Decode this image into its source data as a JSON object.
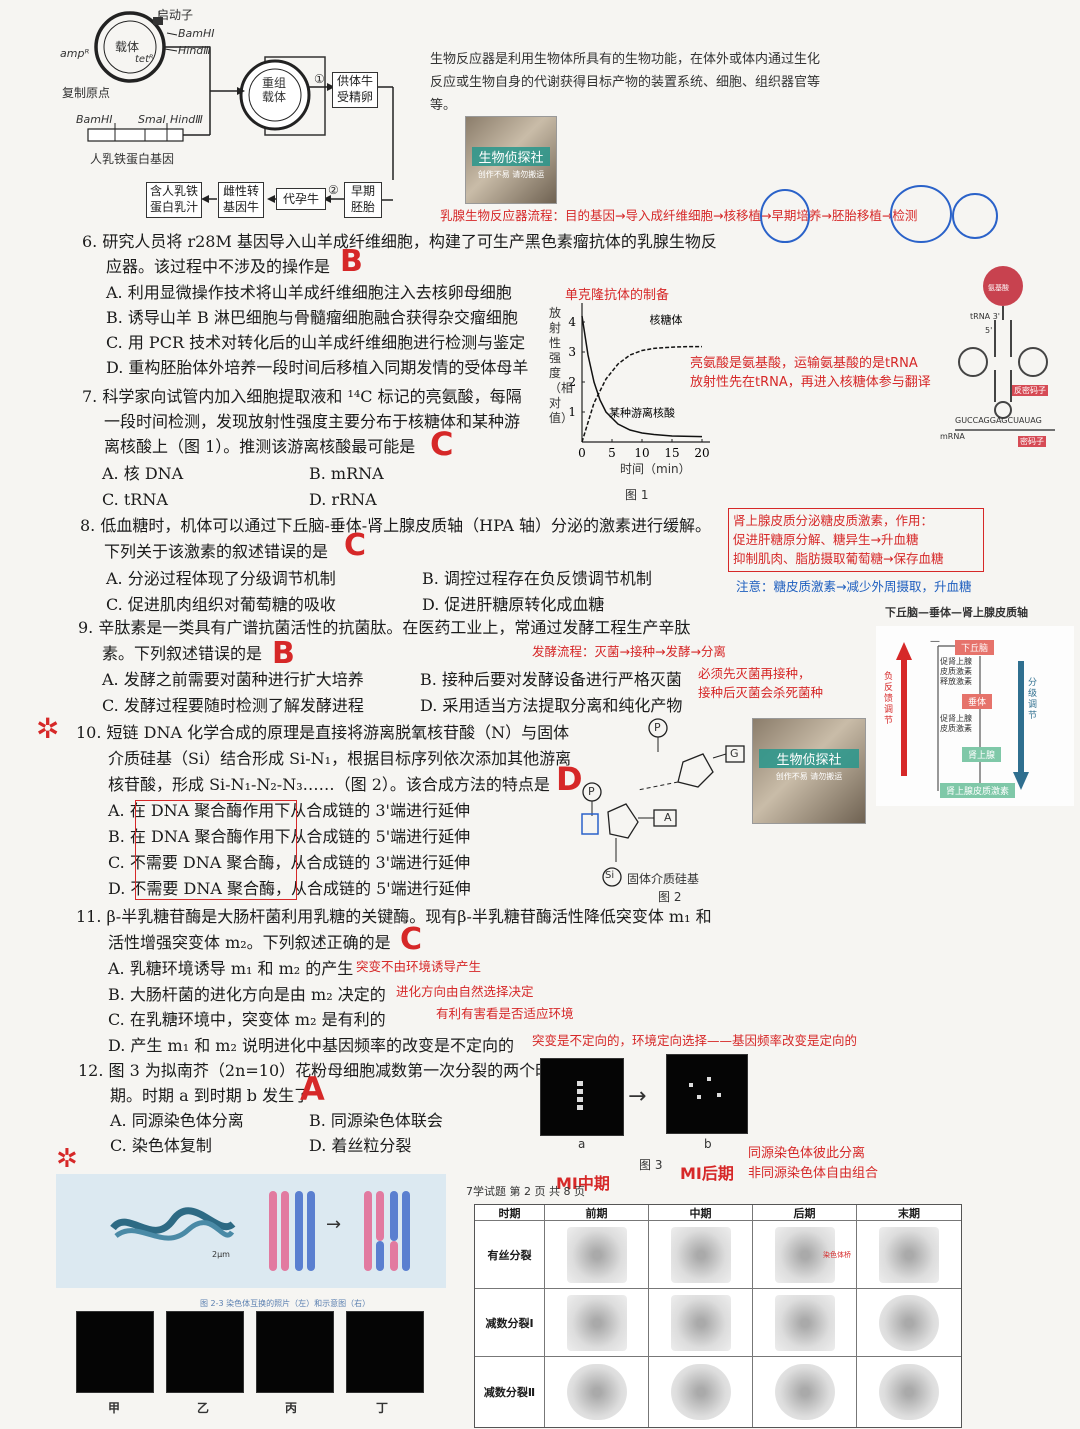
{
  "intro": {
    "text1": "生物反应器是利用生物体所具有的生物功能，在体外或体内通过生化",
    "text2": "反应或生物自身的代谢获得目标产物的装置系统、细胞、组织器官等",
    "text3": "等。"
  },
  "top_diagram": {
    "promoter": "启动子",
    "carrier": "载体",
    "tet": "tetᴿ",
    "amp": "ampᴿ",
    "bamh1_a": "BamHⅠ",
    "hind3_a": "HindⅢ",
    "origin": "复制原点",
    "bamh1_b": "BamHⅠ",
    "sma1": "SmaⅠ",
    "hind3_b": "HindⅢ",
    "gene": "人乳铁蛋白基因",
    "recombinant": "重组\n载体",
    "step1": "①",
    "oocyte": "供体牛\n受精卵",
    "step2": "②",
    "early_embryo": "早期\n胚胎",
    "surrogate": "代孕牛",
    "female_calf": "雌性转\n基因牛",
    "milk": "含人乳铁\n蛋白乳汁"
  },
  "cat_badge": {
    "title": "生物侦探社",
    "sub": "创作不易 请勿搬运"
  },
  "annotation_mammary": "乳腺生物反应器流程：目的基因→导入成纤维细胞→核移植→早期培养→胚胎移植→检测",
  "q6": {
    "stem1": "6. 研究人员将 r28M 基因导入山羊成纤维细胞，构建了可生产黑色素瘤抗体的乳腺生物反",
    "stem2": "应器。该过程中不涉及的操作是",
    "answer": "B",
    "a": "A. 利用显微操作技术将山羊成纤维细胞注入去核卵母细胞",
    "b": "B. 诱导山羊 B 淋巴细胞与骨髓瘤细胞融合获得杂交瘤细胞",
    "c": "C. 用 PCR 技术对转化后的山羊成纤维细胞进行检测与鉴定",
    "d": "D. 重构胚胎体外培养一段时间后移植入同期发情的受体母羊",
    "note": "单克隆抗体的制备"
  },
  "q7": {
    "stem1": "7. 科学家向试管内加入细胞提取液和 ¹⁴C 标记的亮氨酸，每隔",
    "stem2": "一段时间检测，发现放射性强度主要分布于核糖体和某种游",
    "stem3": "离核酸上（图 1）。推测该游离核酸最可能是",
    "answer": "C",
    "a": "A. 核 DNA",
    "b": "B. mRNA",
    "c": "C. tRNA",
    "d": "D. rRNA",
    "note1": "亮氨酸是氨基酸，运输氨基酸的是tRNA",
    "note2": "放射性先在tRNA，再进入核糖体参与翻译"
  },
  "chart_data": {
    "type": "line",
    "title": "图 1",
    "xlabel": "时间（min）",
    "ylabel": "放射性强度（相对值）",
    "xticks": [
      "0",
      "5",
      "10",
      "15",
      "20"
    ],
    "yticks": [
      "1",
      "2",
      "3",
      "4"
    ],
    "xlim": [
      0,
      20
    ],
    "ylim": [
      0,
      4.5
    ],
    "series": [
      {
        "name": "核糖体",
        "x": [
          0,
          2,
          4,
          6,
          8,
          10,
          12,
          14,
          16,
          18,
          20
        ],
        "y": [
          0,
          1.3,
          2.1,
          2.6,
          2.9,
          3.05,
          3.12,
          3.15,
          3.17,
          3.18,
          3.18
        ]
      },
      {
        "name": "某种游离核酸",
        "x": [
          0,
          1,
          2,
          3,
          4,
          6,
          8,
          10,
          12,
          15,
          20
        ],
        "y": [
          4.2,
          2.9,
          2.0,
          1.4,
          1.0,
          0.6,
          0.4,
          0.3,
          0.25,
          0.2,
          0.18
        ]
      }
    ]
  },
  "trna": {
    "aa": "氨基酸",
    "label": "tRNA 3'",
    "five": "5'",
    "anticodon": "反密码子",
    "mrna": "mRNA",
    "seq": "GUCCAGGAGCUAUAG",
    "codon": "密码子"
  },
  "q8": {
    "stem1": "8. 低血糖时，机体可以通过下丘脑-垂体-肾上腺皮质轴（HPA 轴）分泌的激素进行缓解。",
    "stem2": "下列关于该激素的叙述错误的是",
    "answer": "C",
    "a": "A. 分泌过程体现了分级调节机制",
    "b": "B. 调控过程存在负反馈调节机制",
    "c": "C. 促进肌肉组织对葡萄糖的吸收",
    "d": "D. 促进肝糖原转化成血糖",
    "box1": "肾上腺皮质分泌糖皮质激素，作用：",
    "box2": "促进肝糖原分解、糖异生→升血糖",
    "box3": "抑制肌肉、脂肪摄取葡萄糖→保存血糖",
    "note": "注意：糖皮质激素→减少外周摄取，升血糖"
  },
  "hpa": {
    "title": "下丘脑—垂体—肾上腺皮质轴",
    "hypothalamus": "下丘脑",
    "crh": "促肾上腺\n皮质激素\n释放激素",
    "pituitary": "垂体",
    "acth": "促肾上腺\n皮质激素",
    "adrenal": "肾上腺",
    "cort": "肾上腺皮质激素",
    "left": "负反馈调节",
    "right": "分级调节",
    "minus": "—"
  },
  "q9": {
    "stem1": "9. 辛肽素是一类具有广谱抗菌活性的抗菌肽。在医药工业上，常通过发酵工程生产辛肽",
    "stem2": "素。下列叙述错误的是",
    "answer": "B",
    "a": "A. 发酵之前需要对菌种进行扩大培养",
    "b": "B. 接种后要对发酵设备进行严格灭菌",
    "c": "C. 发酵过程要随时检测了解发酵进程",
    "d": "D. 采用适当方法提取分离和纯化产物",
    "note1": "发酵流程：灭菌→接种→发酵→分离",
    "note2": "必须先灭菌再接种，",
    "note3": "接种后灭菌会杀死菌种"
  },
  "q10": {
    "stem1": "10. 短链 DNA 化学合成的原理是直接将游离脱氧核苷酸（N）与固体",
    "stem2": "介质硅基（Si）结合形成 Si-N₁，根据目标序列依次添加其他游离",
    "stem3": "核苷酸，形成 Si-N₁-N₂-N₃……（图 2）。该合成方法的特点是",
    "answer": "D",
    "a": "A. 在 DNA 聚合酶作用下从合成链的 3'端进行延伸",
    "b": "B. 在 DNA 聚合酶作用下从合成链的 5'端进行延伸",
    "c": "C. 不需要 DNA 聚合酶，从合成链的 3'端进行延伸",
    "d": "D. 不需要 DNA 聚合酶，从合成链的 5'端进行延伸",
    "fig_p": "P",
    "fig_g": "G",
    "fig_a": "A",
    "fig_si": "Si",
    "fig_si_label": "固体介质硅基",
    "fig_caption": "图 2"
  },
  "q11": {
    "stem1": "11. β-半乳糖苷酶是大肠杆菌利用乳糖的关键酶。现有β-半乳糖苷酶活性降低突变体 m₁ 和",
    "stem2": "活性增强突变体 m₂。下列叙述正确的是",
    "answer": "C",
    "a": "A. 乳糖环境诱导 m₁ 和 m₂ 的产生",
    "b": "B. 大肠杆菌的进化方向是由 m₂ 决定的",
    "c": "C. 在乳糖环境中，突变体 m₂ 是有利的",
    "d": "D. 产生 m₁ 和 m₂ 说明进化中基因频率的改变是不定向的",
    "note_a": "突变不由环境诱导产生",
    "note_b": "进化方向由自然选择决定",
    "note_c": "有利有害看是否适应环境",
    "note_d": "突变是不定向的，环境定向选择——基因频率改变是定向的"
  },
  "q12": {
    "stem1": "12. 图 3 为拟南芥（2n=10）花粉母细胞减数第一次分裂的两个时",
    "stem2": "期。时期 a 到时期 b 发生了",
    "answer": "A",
    "a": "A. 同源染色体分离",
    "b": "B. 同源染色体联会",
    "c": "C. 染色体复制",
    "d": "D. 着丝粒分裂",
    "fig_a": "a",
    "fig_b": "b",
    "fig_caption": "图 3",
    "hand_a": "MⅠ中期",
    "hand_b": "MⅠ后期",
    "note1": "同源染色体彼此分离",
    "note2": "非同源染色体自由组合",
    "footer": "7学试题  第 2 页 共 8 页"
  },
  "bottom_left": {
    "scale": "2μm",
    "caption": "图 2-3  染色体互换的照片（左）和示意图（右）",
    "labels": [
      "甲",
      "乙",
      "丙",
      "丁"
    ]
  },
  "table": {
    "headers": [
      "时期",
      "前期",
      "中期",
      "后期",
      "末期"
    ],
    "rows": [
      "有丝分裂",
      "减数分裂Ⅰ",
      "减数分裂Ⅱ"
    ],
    "tag": "染色体桥"
  }
}
